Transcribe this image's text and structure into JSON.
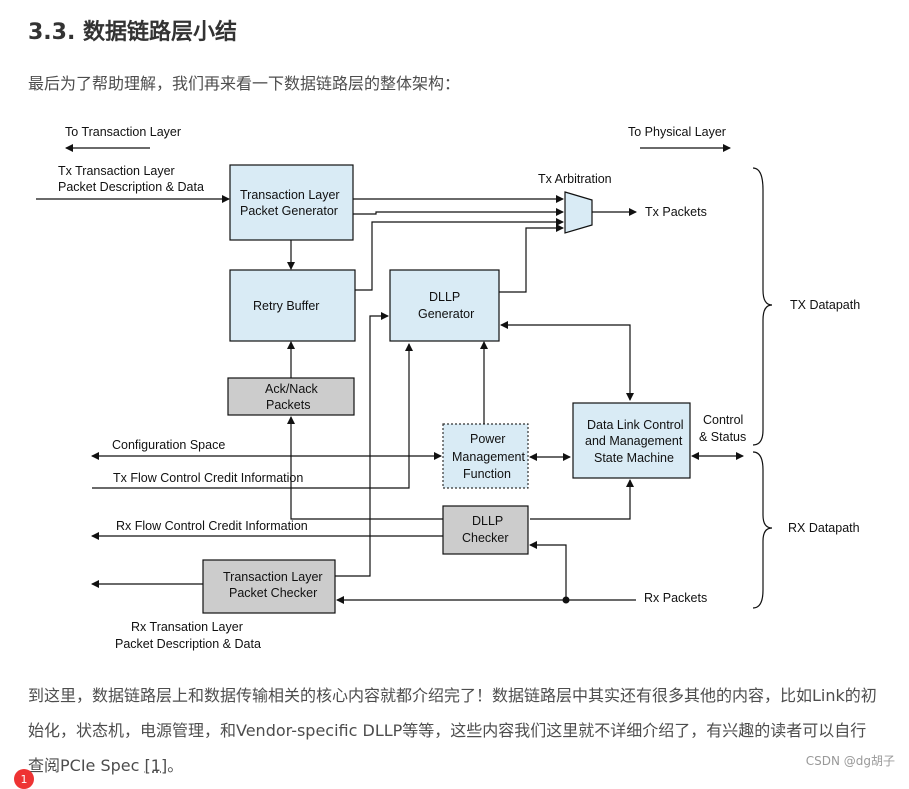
{
  "heading": "3.3. 数据链路层小结",
  "intro": "最后为了帮助理解，我们再来看一下数据链路层的整体架构：",
  "diagram": {
    "to_transaction_layer": "To Transaction Layer",
    "to_physical_layer": "To Physical Layer",
    "tx_tlp_desc_1": "Tx Transaction Layer",
    "tx_tlp_desc_2": "Packet Description & Data",
    "tlp_generator_1": "Transaction Layer",
    "tlp_generator_2": "Packet Generator",
    "tx_arbitration": "Tx Arbitration",
    "tx_packets": "Tx Packets",
    "retry_buffer": "Retry Buffer",
    "dllp_generator_1": "DLLP",
    "dllp_generator_2": "Generator",
    "tx_datapath": "TX Datapath",
    "ack_nack_1": "Ack/Nack",
    "ack_nack_2": "Packets",
    "configuration_space": "Configuration Space",
    "power_mgmt_1": "Power",
    "power_mgmt_2": "Management",
    "power_mgmt_3": "Function",
    "dlcmsm_1": "Data Link Control",
    "dlcmsm_2": "and Management",
    "dlcmsm_3": "State Machine",
    "control_status_1": "Control",
    "control_status_2": "& Status",
    "tx_flow_control": "Tx Flow Control Credit Information",
    "rx_flow_control": "Rx Flow Control Credit Information",
    "dllp_checker_1": "DLLP",
    "dllp_checker_2": "Checker",
    "rx_datapath": "RX Datapath",
    "tlp_checker_1": "Transaction Layer",
    "tlp_checker_2": "Packet Checker",
    "rx_packets": "Rx Packets",
    "rx_tlp_desc_1": "Rx Transation Layer",
    "rx_tlp_desc_2": "Packet Description & Data"
  },
  "paragraph": {
    "text": "到这里，数据链路层上和数据传输相关的核心内容就都介绍完了！数据链路层中其实还有很多其他的内容，比如Link的初始化，状态机，电源管理，和Vendor-specific DLLP等等，这些内容我们这里就不详细介绍了，有兴趣的读者可以自行查阅PCIe Spec ",
    "ref": "[1]",
    "end": "。"
  },
  "watermark": "CSDN @dg胡子",
  "badge": "1"
}
